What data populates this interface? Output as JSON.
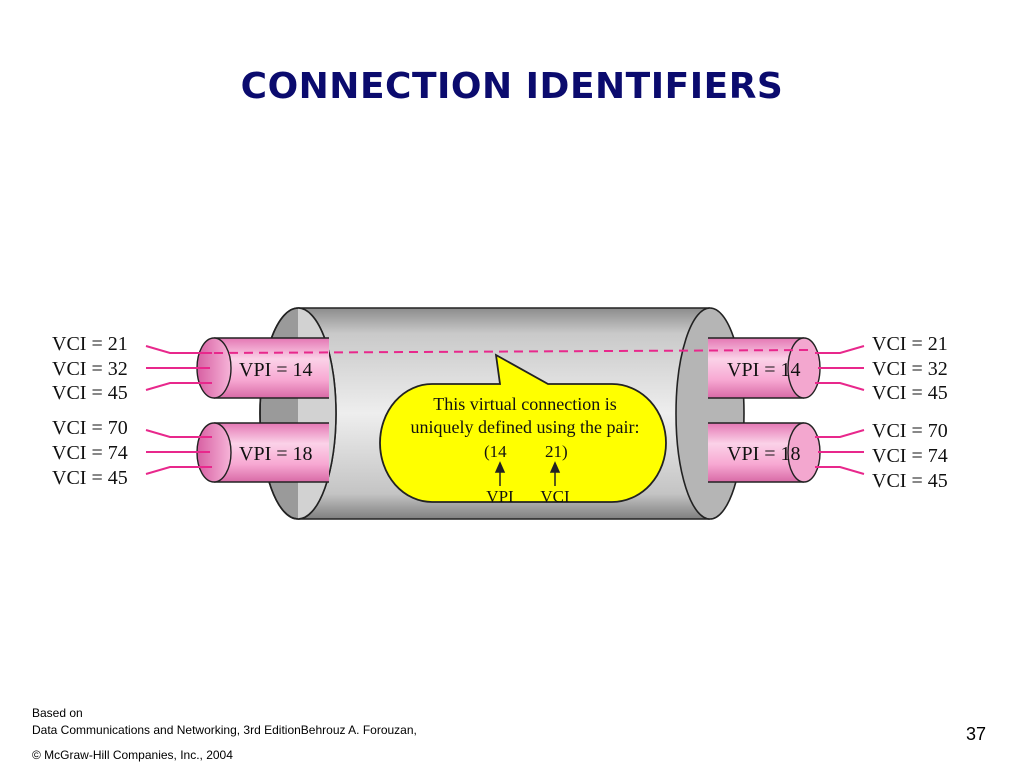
{
  "slide": {
    "title": "CONNECTION IDENTIFIERS",
    "number": "37"
  },
  "diagram": {
    "left_inputs": {
      "top": [
        "VCI = 21",
        "VCI = 32",
        "VCI = 45"
      ],
      "bottom": [
        "VCI = 70",
        "VCI = 74",
        "VCI = 45"
      ]
    },
    "right_outputs": {
      "top": [
        "VCI = 21",
        "VCI = 32",
        "VCI = 45"
      ],
      "bottom": [
        "VCI = 70",
        "VCI = 74",
        "VCI = 45"
      ]
    },
    "left_paths": {
      "top": "VPI = 14",
      "bottom": "VPI = 18"
    },
    "right_paths": {
      "top": "VPI = 14",
      "bottom": "VPI = 18"
    },
    "callout": {
      "line1": "This virtual connection is",
      "line2": "uniquely defined using the pair:",
      "vpi_value": "(14",
      "vci_value": "21)",
      "vpi_label": "VPI",
      "vci_label": "VCI"
    },
    "colors": {
      "path_pink": "#f7a8d2",
      "wire_magenta": "#e8288c",
      "callout_yellow": "#ffff00",
      "tube_gray": "#bdbdbd"
    }
  },
  "footer": {
    "based_on": "Based on",
    "book": "Data Communications and Networking, 3rd EditionBehrouz A. Forouzan,",
    "copyright": "© McGraw-Hill Companies, Inc., 2004"
  }
}
